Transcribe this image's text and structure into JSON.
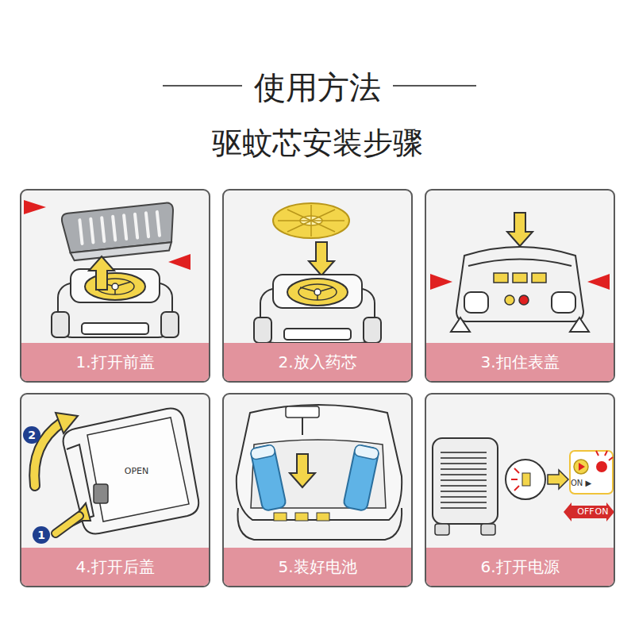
{
  "diagram": {
    "title": "使用方法",
    "nodes": [
      {
        "text": [
          "1.打开前盖"
        ]
      },
      {
        "text": [
          "2.放入药芯"
        ]
      },
      {
        "text": [
          "3.扣住表盖"
        ]
      },
      {
        "text": [
          "4.打开后盖"
        ]
      },
      {
        "text": [
          "5.装好电池"
        ]
      },
      {
        "text": [
          "6.打开电源"
        ]
      }
    ],
    "labels": [
      "驱蚊芯安装步骤",
      "2",
      "OPEN",
      "1",
      "ON ▶",
      "OFF",
      "ON"
    ]
  }
}
